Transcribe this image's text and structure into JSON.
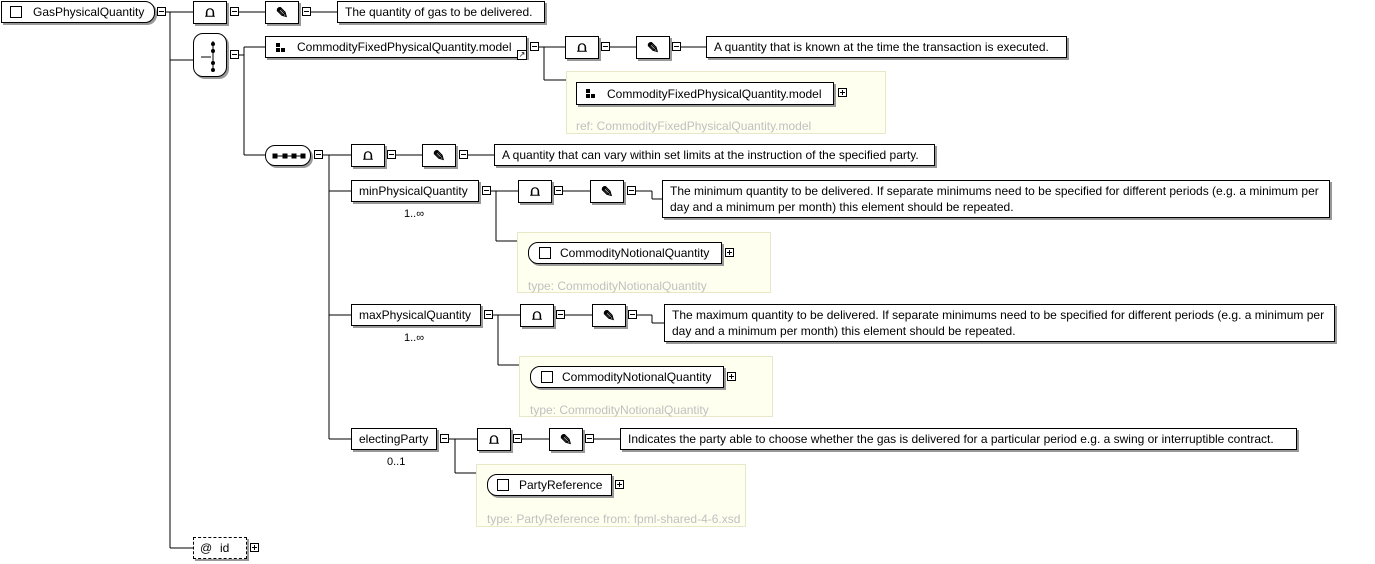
{
  "root": {
    "name": "GasPhysicalQuantity",
    "doc": "The quantity of gas to be delivered."
  },
  "fixed": {
    "name": "CommodityFixedPhysicalQuantity.model",
    "doc": "A quantity that is known at the time the transaction is executed.",
    "ref_name": "CommodityFixedPhysicalQuantity.model",
    "ref_label": "ref: CommodityFixedPhysicalQuantity.model"
  },
  "sequence": {
    "doc": "A quantity that can vary within set limits at the instruction of the specified party."
  },
  "min": {
    "name": "minPhysicalQuantity",
    "card": "1..∞",
    "doc": "The minimum quantity to be delivered. If separate minimums need to be specified for different periods (e.g. a minimum per day and a minimum per month) this element should be repeated.",
    "type_name": "CommodityNotionalQuantity",
    "type_label": "type: CommodityNotionalQuantity"
  },
  "max": {
    "name": "maxPhysicalQuantity",
    "card": "1..∞",
    "doc": "The maximum quantity to be delivered. If separate minimums need to be specified for different periods (e.g. a minimum per day and a minimum per month) this element should be repeated.",
    "type_name": "CommodityNotionalQuantity",
    "type_label": "type: CommodityNotionalQuantity"
  },
  "electing": {
    "name": "electingParty",
    "card": "0..1",
    "doc": "Indicates the party able to choose whether the gas is delivered for a particular period e.g. a swing or interruptible contract.",
    "type_name": "PartyReference",
    "type_label": "type: PartyReference from: fpml-shared-4-6.xsd"
  },
  "attr": {
    "at": "@",
    "name": "id"
  }
}
